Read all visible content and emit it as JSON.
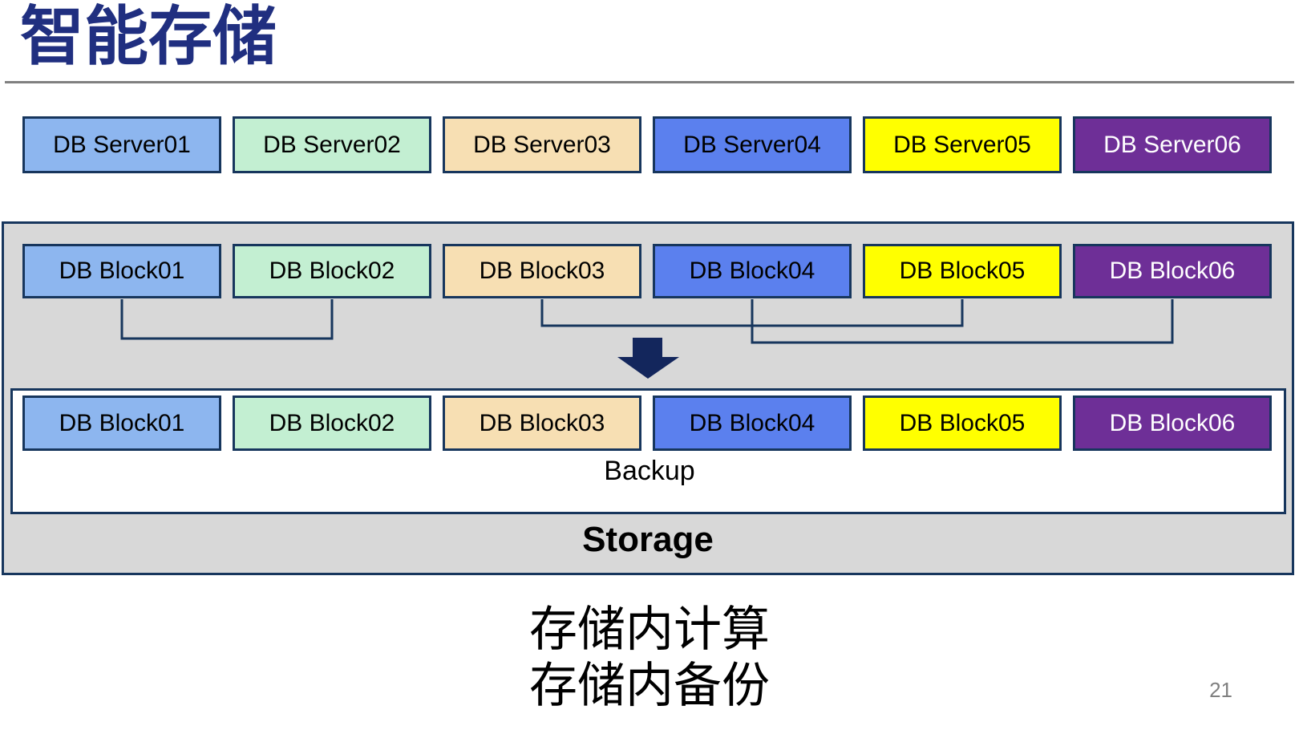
{
  "slide": {
    "title": "智能存储",
    "page_number": "21",
    "captions": [
      "存储内计算",
      "存储内备份"
    ]
  },
  "labels": {
    "backup": "Backup",
    "storage": "Storage"
  },
  "rows": {
    "servers": [
      "DB Server01",
      "DB Server02",
      "DB Server03",
      "DB Server04",
      "DB Server05",
      "DB Server06"
    ],
    "blocks_top": [
      "DB Block01",
      "DB Block02",
      "DB Block03",
      "DB Block04",
      "DB Block05",
      "DB Block06"
    ],
    "blocks_bottom": [
      "DB Block01",
      "DB Block02",
      "DB Block03",
      "DB Block04",
      "DB Block05",
      "DB Block06"
    ]
  },
  "palette": [
    {
      "fill": "#8DB6EF",
      "text": "#000000"
    },
    {
      "fill": "#C3EFD2",
      "text": "#000000"
    },
    {
      "fill": "#F7DFB3",
      "text": "#000000"
    },
    {
      "fill": "#5B80EE",
      "text": "#000000"
    },
    {
      "fill": "#FFFF00",
      "text": "#000000"
    },
    {
      "fill": "#6E2F97",
      "text": "#FFFFFF"
    }
  ],
  "colors": {
    "title": "#202F80",
    "box_border": "#17365D",
    "container_fill": "#D8D8D8",
    "connector": "#17365D",
    "arrow": "#13265C",
    "rule": "#808080",
    "page_number": "#808080"
  }
}
